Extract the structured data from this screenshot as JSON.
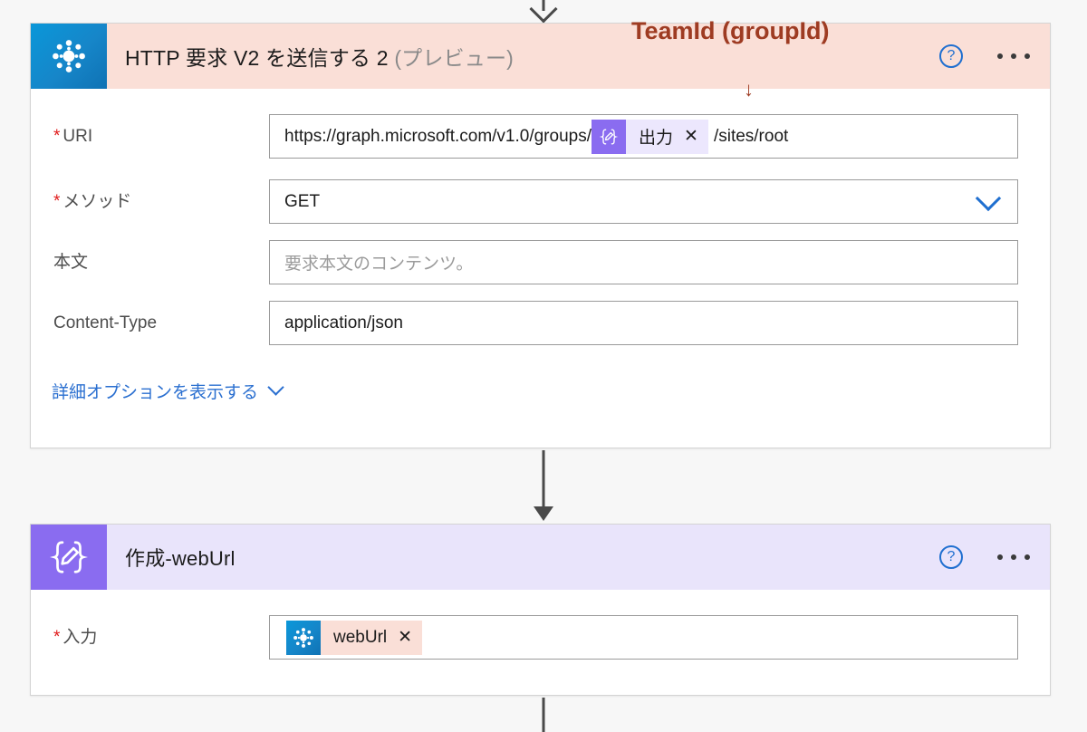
{
  "annotation": {
    "label": "TeamId (groupId)",
    "arrow_glyph": "↓",
    "color": "#9e3b22"
  },
  "http_card": {
    "icon_name": "http-connector-icon",
    "title": "HTTP 要求 V2 を送信する 2",
    "title_suffix": "(プレビュー)",
    "help_glyph": "?",
    "header_color": "#fadfd7",
    "fields": {
      "uri": {
        "label": "URI",
        "required": true,
        "value_prefix": "https://graph.microsoft.com/v1.0/groups/",
        "token_label": "出力",
        "token_icon_glyph": "{⊘}",
        "token_close": "✕",
        "value_suffix": "/sites/root"
      },
      "method": {
        "label": "メソッド",
        "required": true,
        "value": "GET"
      },
      "body": {
        "label": "本文",
        "required": false,
        "value": "",
        "placeholder": "要求本文のコンテンツ。"
      },
      "content_type": {
        "label": "Content-Type",
        "required": false,
        "value": "application/json"
      }
    },
    "advanced_link": "詳細オプションを表示する"
  },
  "compose_card": {
    "icon_name": "compose-action-icon",
    "icon_glyph": "{✎}",
    "title": "作成-webUrl",
    "help_glyph": "?",
    "header_color": "#e9e4fb",
    "fields": {
      "inputs": {
        "label": "入力",
        "required": true,
        "token_label": "webUrl",
        "token_close": "✕"
      }
    }
  }
}
